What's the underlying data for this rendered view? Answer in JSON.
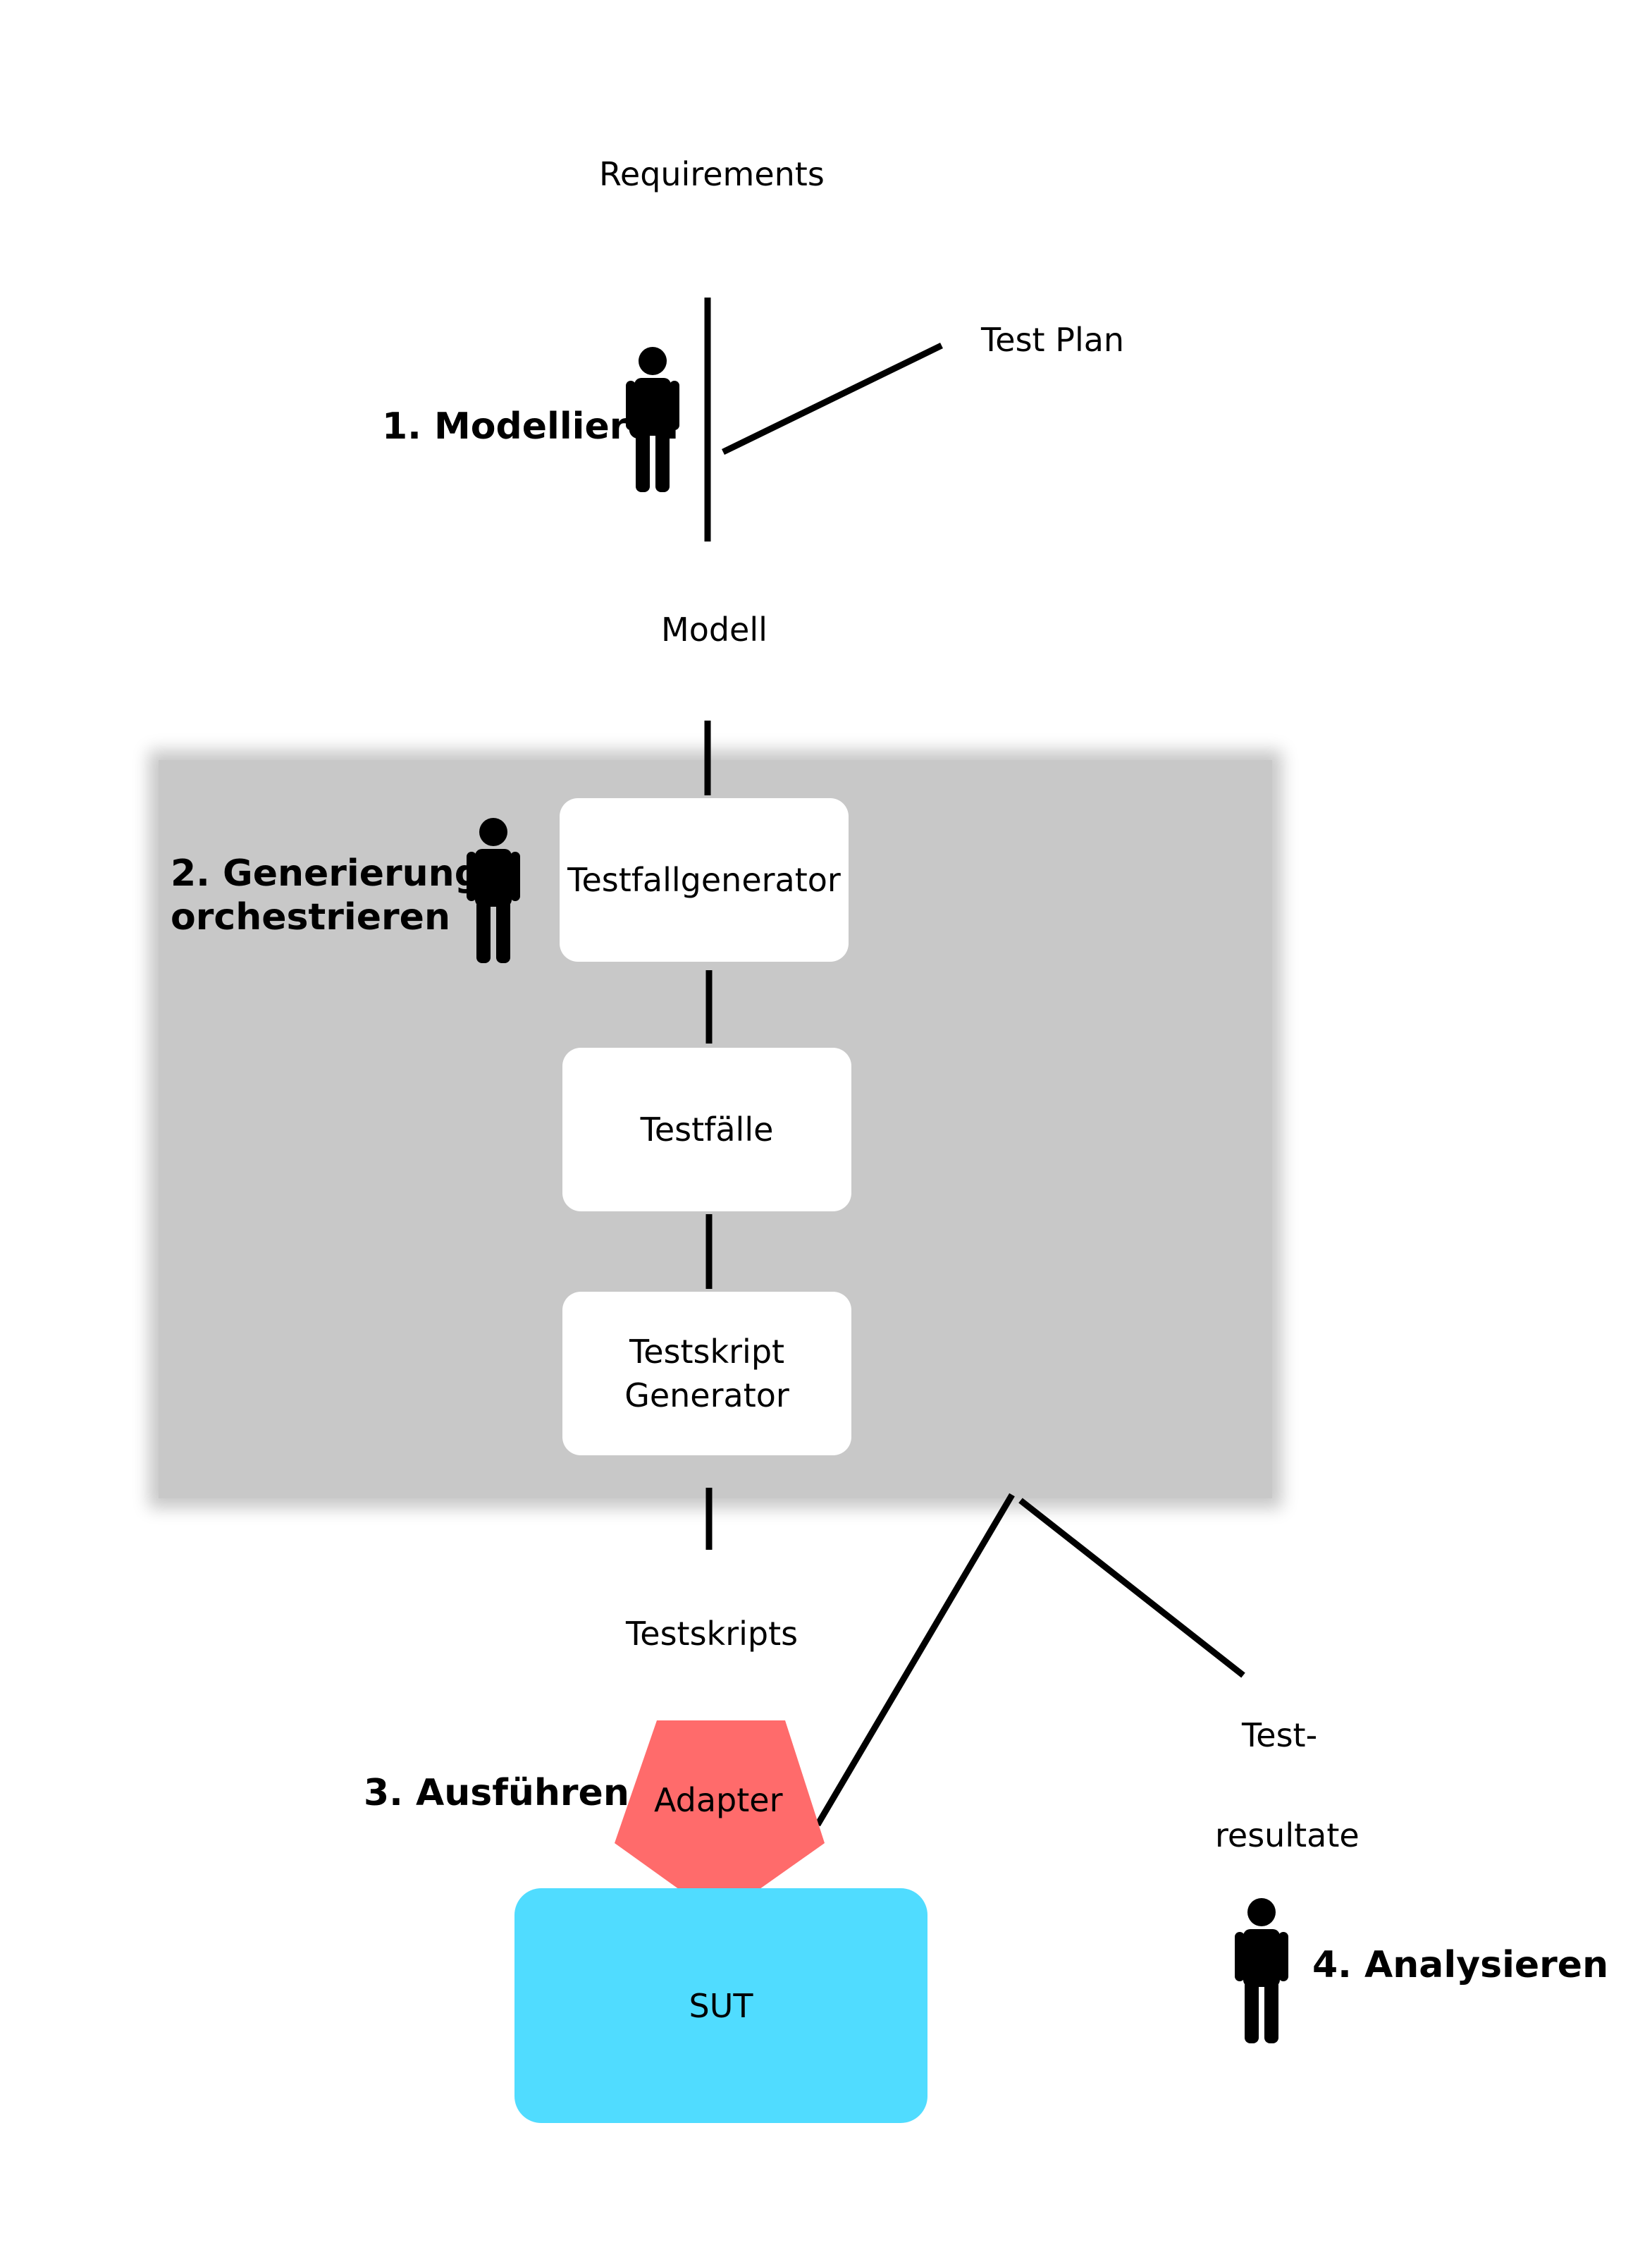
{
  "nodes": {
    "requirements": "Requirements",
    "test_plan": "Test Plan",
    "modell": "Modell",
    "testfallgenerator": "Testfallgenerator",
    "testfaelle": "Testfälle",
    "testskript_generator_line1": "Testskript",
    "testskript_generator_line2": "Generator",
    "testskripts": "Testskripts",
    "adapter": "Adapter",
    "sut": "SUT",
    "testresultate_line1": "Test-",
    "testresultate_line2": "resultate"
  },
  "steps": {
    "step1": "1. Modellieren",
    "step2_line1": "2. Generierung",
    "step2_line2": "orchestrieren",
    "step3": "3. Ausführen",
    "step4": "4. Analysieren"
  },
  "icons": {
    "actor": "person-icon"
  },
  "colors": {
    "panel": "#c8c8c8",
    "box": "#ffffff",
    "adapter": "#ff6b6b",
    "sut": "#50dcff",
    "line": "#000000"
  }
}
